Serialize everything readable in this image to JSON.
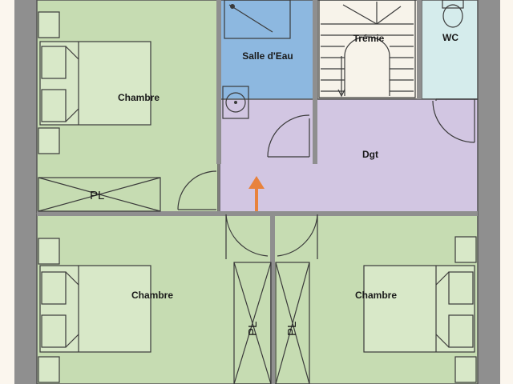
{
  "rooms": {
    "chambre_top_left": "Chambre",
    "salle_d_eau": "Salle d'Eau",
    "tremie": "Trémie",
    "wc": "WC",
    "degagement": "Dgt",
    "chambre_bottom_left": "Chambre",
    "chambre_bottom_right": "Chambre"
  },
  "closets": {
    "top_left": "PL",
    "middle_left": "PL",
    "middle_right": "PL"
  },
  "colors": {
    "bedroom": "#c6dcb2",
    "bathroom": "#8db8e0",
    "wc": "#d5ecec",
    "hallway": "#d2c6e2",
    "stair": "#f7f3ea",
    "wall": "#8f8f8f",
    "arrow": "#e8823c"
  },
  "icons": {
    "arrow": "up-arrow-icon",
    "shower": "shower-icon",
    "sink": "sink-icon",
    "toilet": "toilet-icon"
  }
}
